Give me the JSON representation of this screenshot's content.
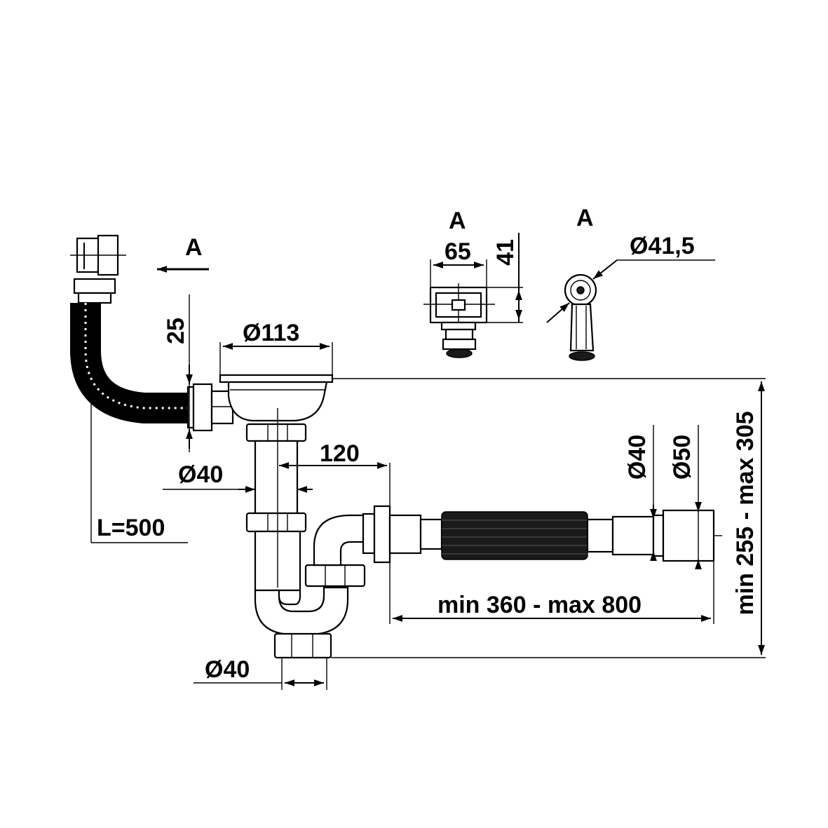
{
  "labels": {
    "view_a_main": "A",
    "view_a_front": "A",
    "view_a_side": "A",
    "d113": "Ø113",
    "dim_25": "25",
    "d40_pipe": "Ø40",
    "dim_120": "120",
    "l500": "L=500",
    "d40_bottom": "Ø40",
    "d40_outlet": "Ø40",
    "d50_outlet": "Ø50",
    "dim_65": "65",
    "dim_41": "41",
    "d41_5": "Ø41,5",
    "hose_range": "min 360 - max 800",
    "height_range": "min 255 - max 305"
  }
}
